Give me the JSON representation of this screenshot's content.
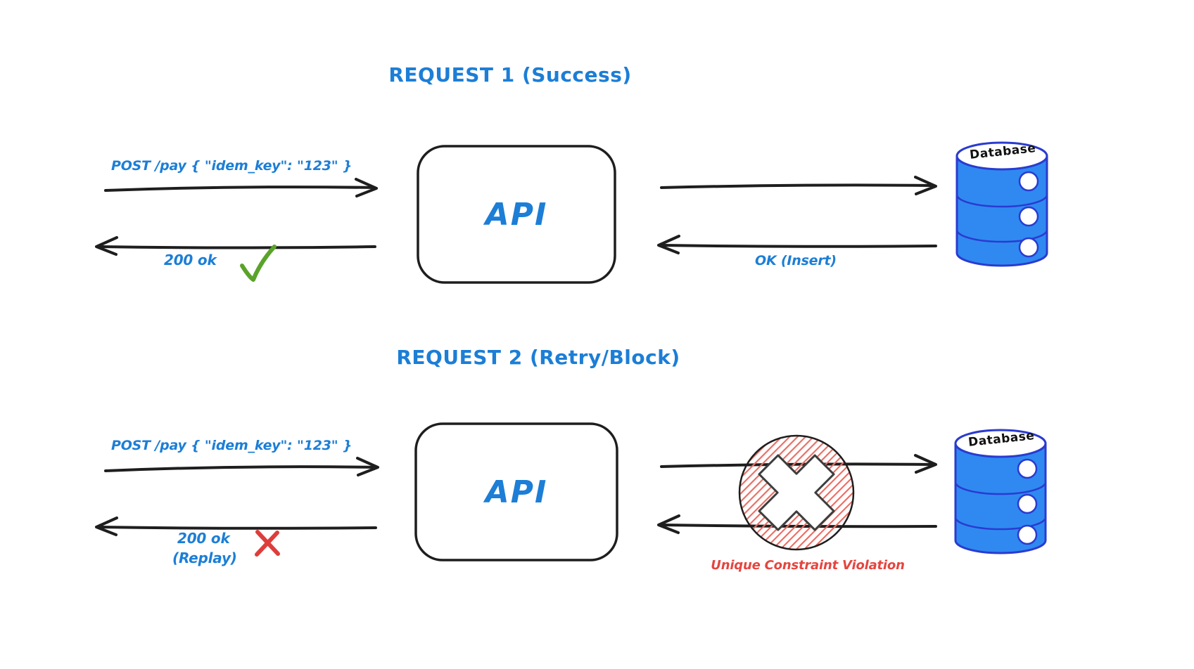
{
  "colors": {
    "blue": "#1c7ed6",
    "ink": "#1e1e1e",
    "green": "#5aa32a",
    "red": "#de3d3b",
    "red_text": "#e5453f",
    "hatch_red": "#ee6a60",
    "db_fill": "#2f89f1",
    "db_stroke": "#2a3bd0"
  },
  "request1": {
    "title": "REQUEST 1 (Success)",
    "request_label": "POST /pay { \"idem_key\": \"123\" }",
    "response_label": "200 ok",
    "api_label": "API",
    "db_response_label": "OK (Insert)",
    "database_label": "Database",
    "result_icon": "check-mark"
  },
  "request2": {
    "title": "REQUEST 2 (Retry/Block)",
    "request_label": "POST /pay { \"idem_key\": \"123\" }",
    "response_label": "200 ok",
    "response_sublabel": "(Replay)",
    "api_label": "API",
    "error_label": "Unique Constraint Violation",
    "database_label": "Database",
    "result_icon": "x-mark",
    "blocked_icon": "x-circle"
  }
}
